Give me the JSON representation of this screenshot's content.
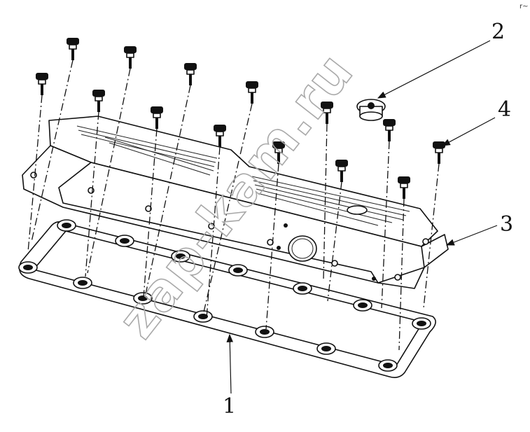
{
  "diagram": {
    "callouts": [
      {
        "id": "1",
        "label": "1"
      },
      {
        "id": "2",
        "label": "2"
      },
      {
        "id": "3",
        "label": "3"
      },
      {
        "id": "4",
        "label": "4"
      }
    ],
    "watermark": "zap-kam.ru",
    "corner_mark": "r~"
  },
  "colors": {
    "line": "#111111",
    "watermark": "#a9a9a9",
    "background": "#ffffff"
  }
}
